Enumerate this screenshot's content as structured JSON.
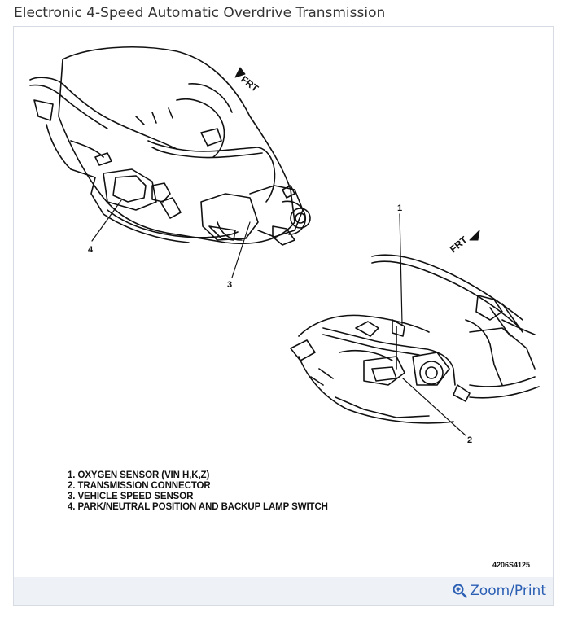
{
  "page": {
    "title": "Electronic 4-Speed Automatic Overdrive Transmission"
  },
  "diagram": {
    "callouts": [
      "1",
      "2",
      "3",
      "4"
    ],
    "frt_labels": [
      "FRT",
      "FRT"
    ],
    "legend": [
      "1. OXYGEN SENSOR (VIN H,K,Z)",
      "2. TRANSMISSION CONNECTOR",
      "3. VEHICLE SPEED SENSOR",
      "4. PARK/NEUTRAL POSITION AND BACKUP LAMP SWITCH"
    ],
    "figure_code": "4206S4125"
  },
  "footer": {
    "zoom_label": "Zoom/Print",
    "icon": "magnifier-plus-icon"
  }
}
